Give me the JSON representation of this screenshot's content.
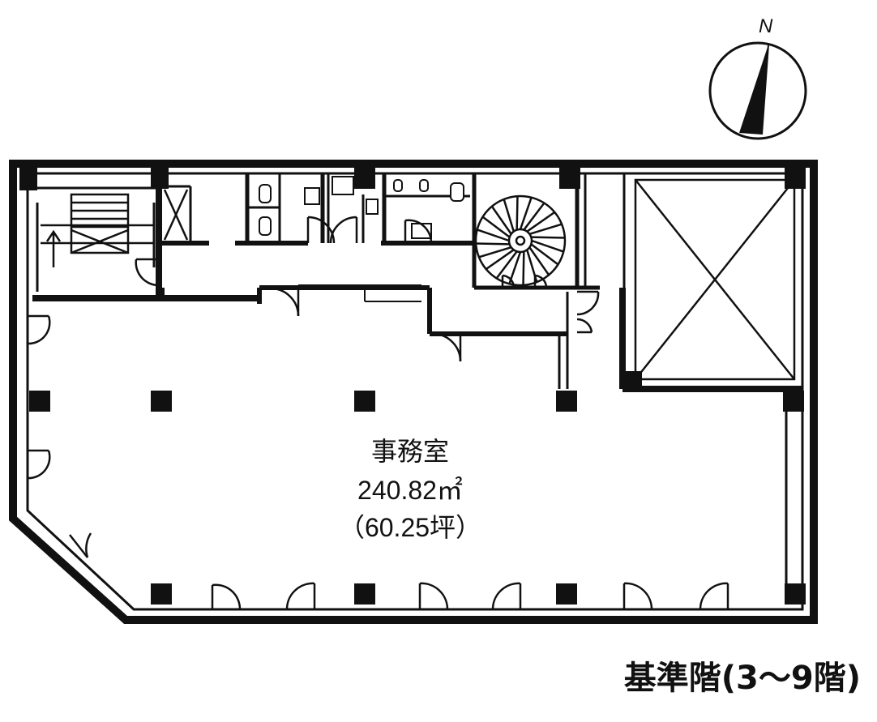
{
  "compass": {
    "north_label": "N"
  },
  "room": {
    "name": "事務室",
    "area_m2": "240.82㎡",
    "area_tsubo": "（60.25坪）"
  },
  "floor_caption": "基準階(3〜9階)"
}
